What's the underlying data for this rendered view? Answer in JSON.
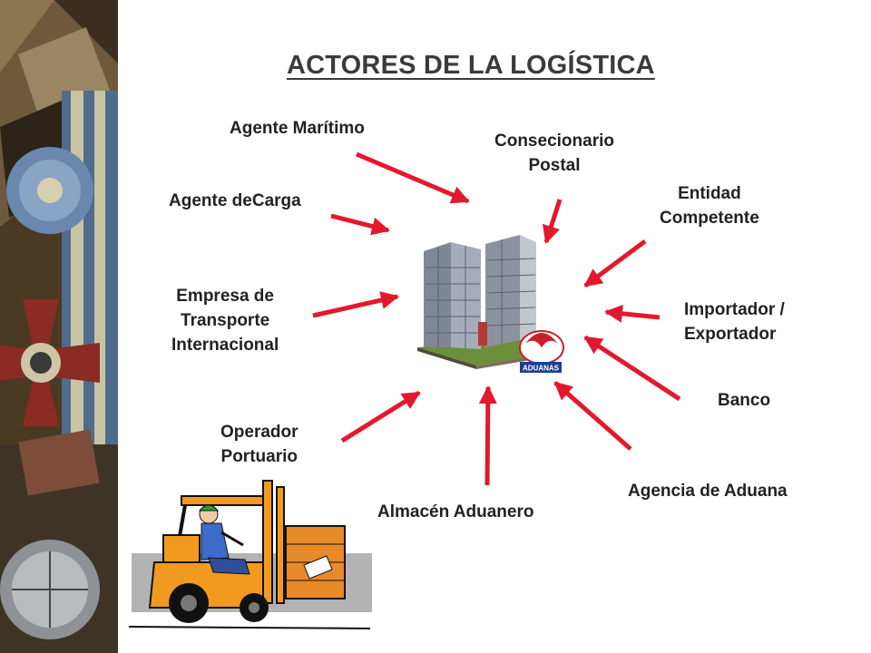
{
  "slide": {
    "title": "ACTORES DE LA LOGÍSTICA",
    "center_badge": "ADUANAS",
    "actors": [
      {
        "id": "agente-maritimo",
        "lines": [
          "Agente Marítimo"
        ]
      },
      {
        "id": "consecionario-postal",
        "lines": [
          "Consecionario",
          "Postal"
        ]
      },
      {
        "id": "agente-carga",
        "lines": [
          "Agente deCarga"
        ]
      },
      {
        "id": "entidad-competente",
        "lines": [
          "Entidad",
          "Competente"
        ]
      },
      {
        "id": "empresa-transporte",
        "lines": [
          "Empresa de",
          "Transporte",
          "Internacional"
        ]
      },
      {
        "id": "importador-exportador",
        "lines": [
          "Importador /",
          "Exportador"
        ]
      },
      {
        "id": "banco",
        "lines": [
          "Banco"
        ]
      },
      {
        "id": "operador-portuario",
        "lines": [
          "Operador",
          "Portuario"
        ]
      },
      {
        "id": "agencia-aduana",
        "lines": [
          "Agencia de Aduana"
        ]
      },
      {
        "id": "almacen-aduanero",
        "lines": [
          "Almacén Aduanero"
        ]
      }
    ]
  },
  "colors": {
    "arrow": "#e3182d",
    "title": "#3b3b3b",
    "text": "#222222"
  },
  "icons": {
    "sidebar": "medal-collage-image",
    "center": "customs-building-image",
    "bottom_left": "forklift-clipart"
  }
}
